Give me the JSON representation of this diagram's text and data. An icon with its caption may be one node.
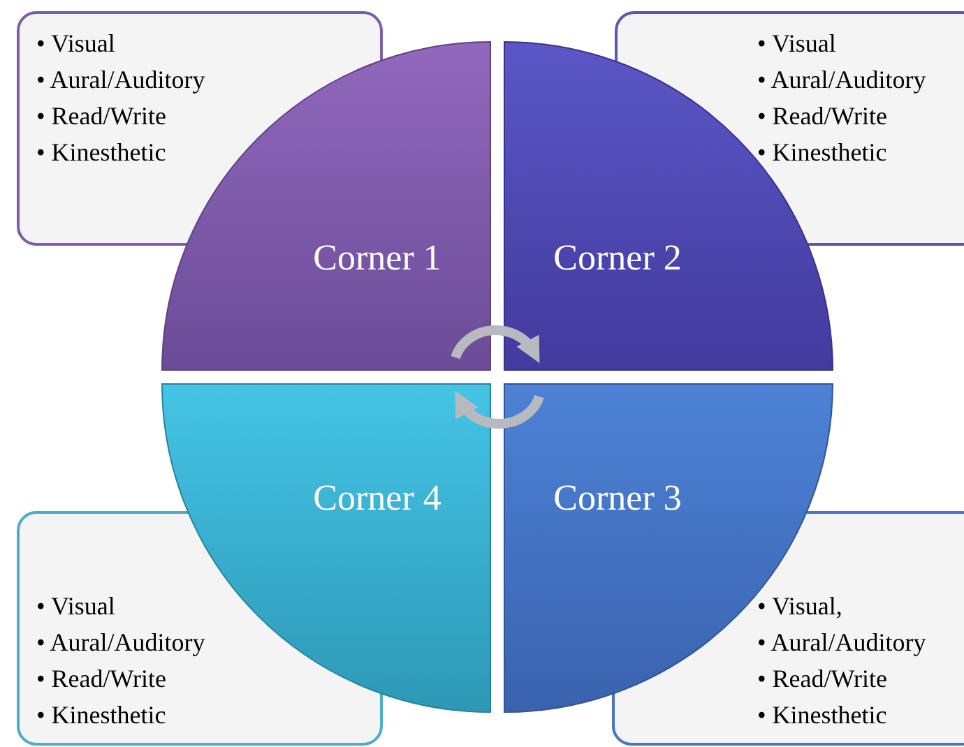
{
  "diagram": {
    "nodes": [
      {
        "text": [
          "• Visual",
          "• Aural/Auditory",
          "• Read/Write",
          "• Kinesthetic"
        ]
      },
      {
        "text": [
          "• Visual",
          "• Aural/Auditory",
          "• Read/Write",
          "• Kinesthetic"
        ]
      },
      {
        "text": [
          "Corner 1"
        ]
      },
      {
        "text": [
          "Corner 2"
        ]
      },
      {
        "text": [
          "Corner 4"
        ]
      },
      {
        "text": [
          "Corner 3"
        ]
      },
      {
        "text": [
          "• Visual",
          "• Aural/Auditory",
          "• Read/Write",
          "• Kinesthetic"
        ]
      },
      {
        "text": [
          "• Visual,",
          "• Aural/Auditory",
          "• Read/Write",
          "• Kinesthetic"
        ]
      }
    ],
    "edges": [
      {
        "from": 2,
        "to": 3,
        "arrow": "to"
      },
      {
        "from": 5,
        "to": 4,
        "arrow": "to"
      }
    ]
  }
}
